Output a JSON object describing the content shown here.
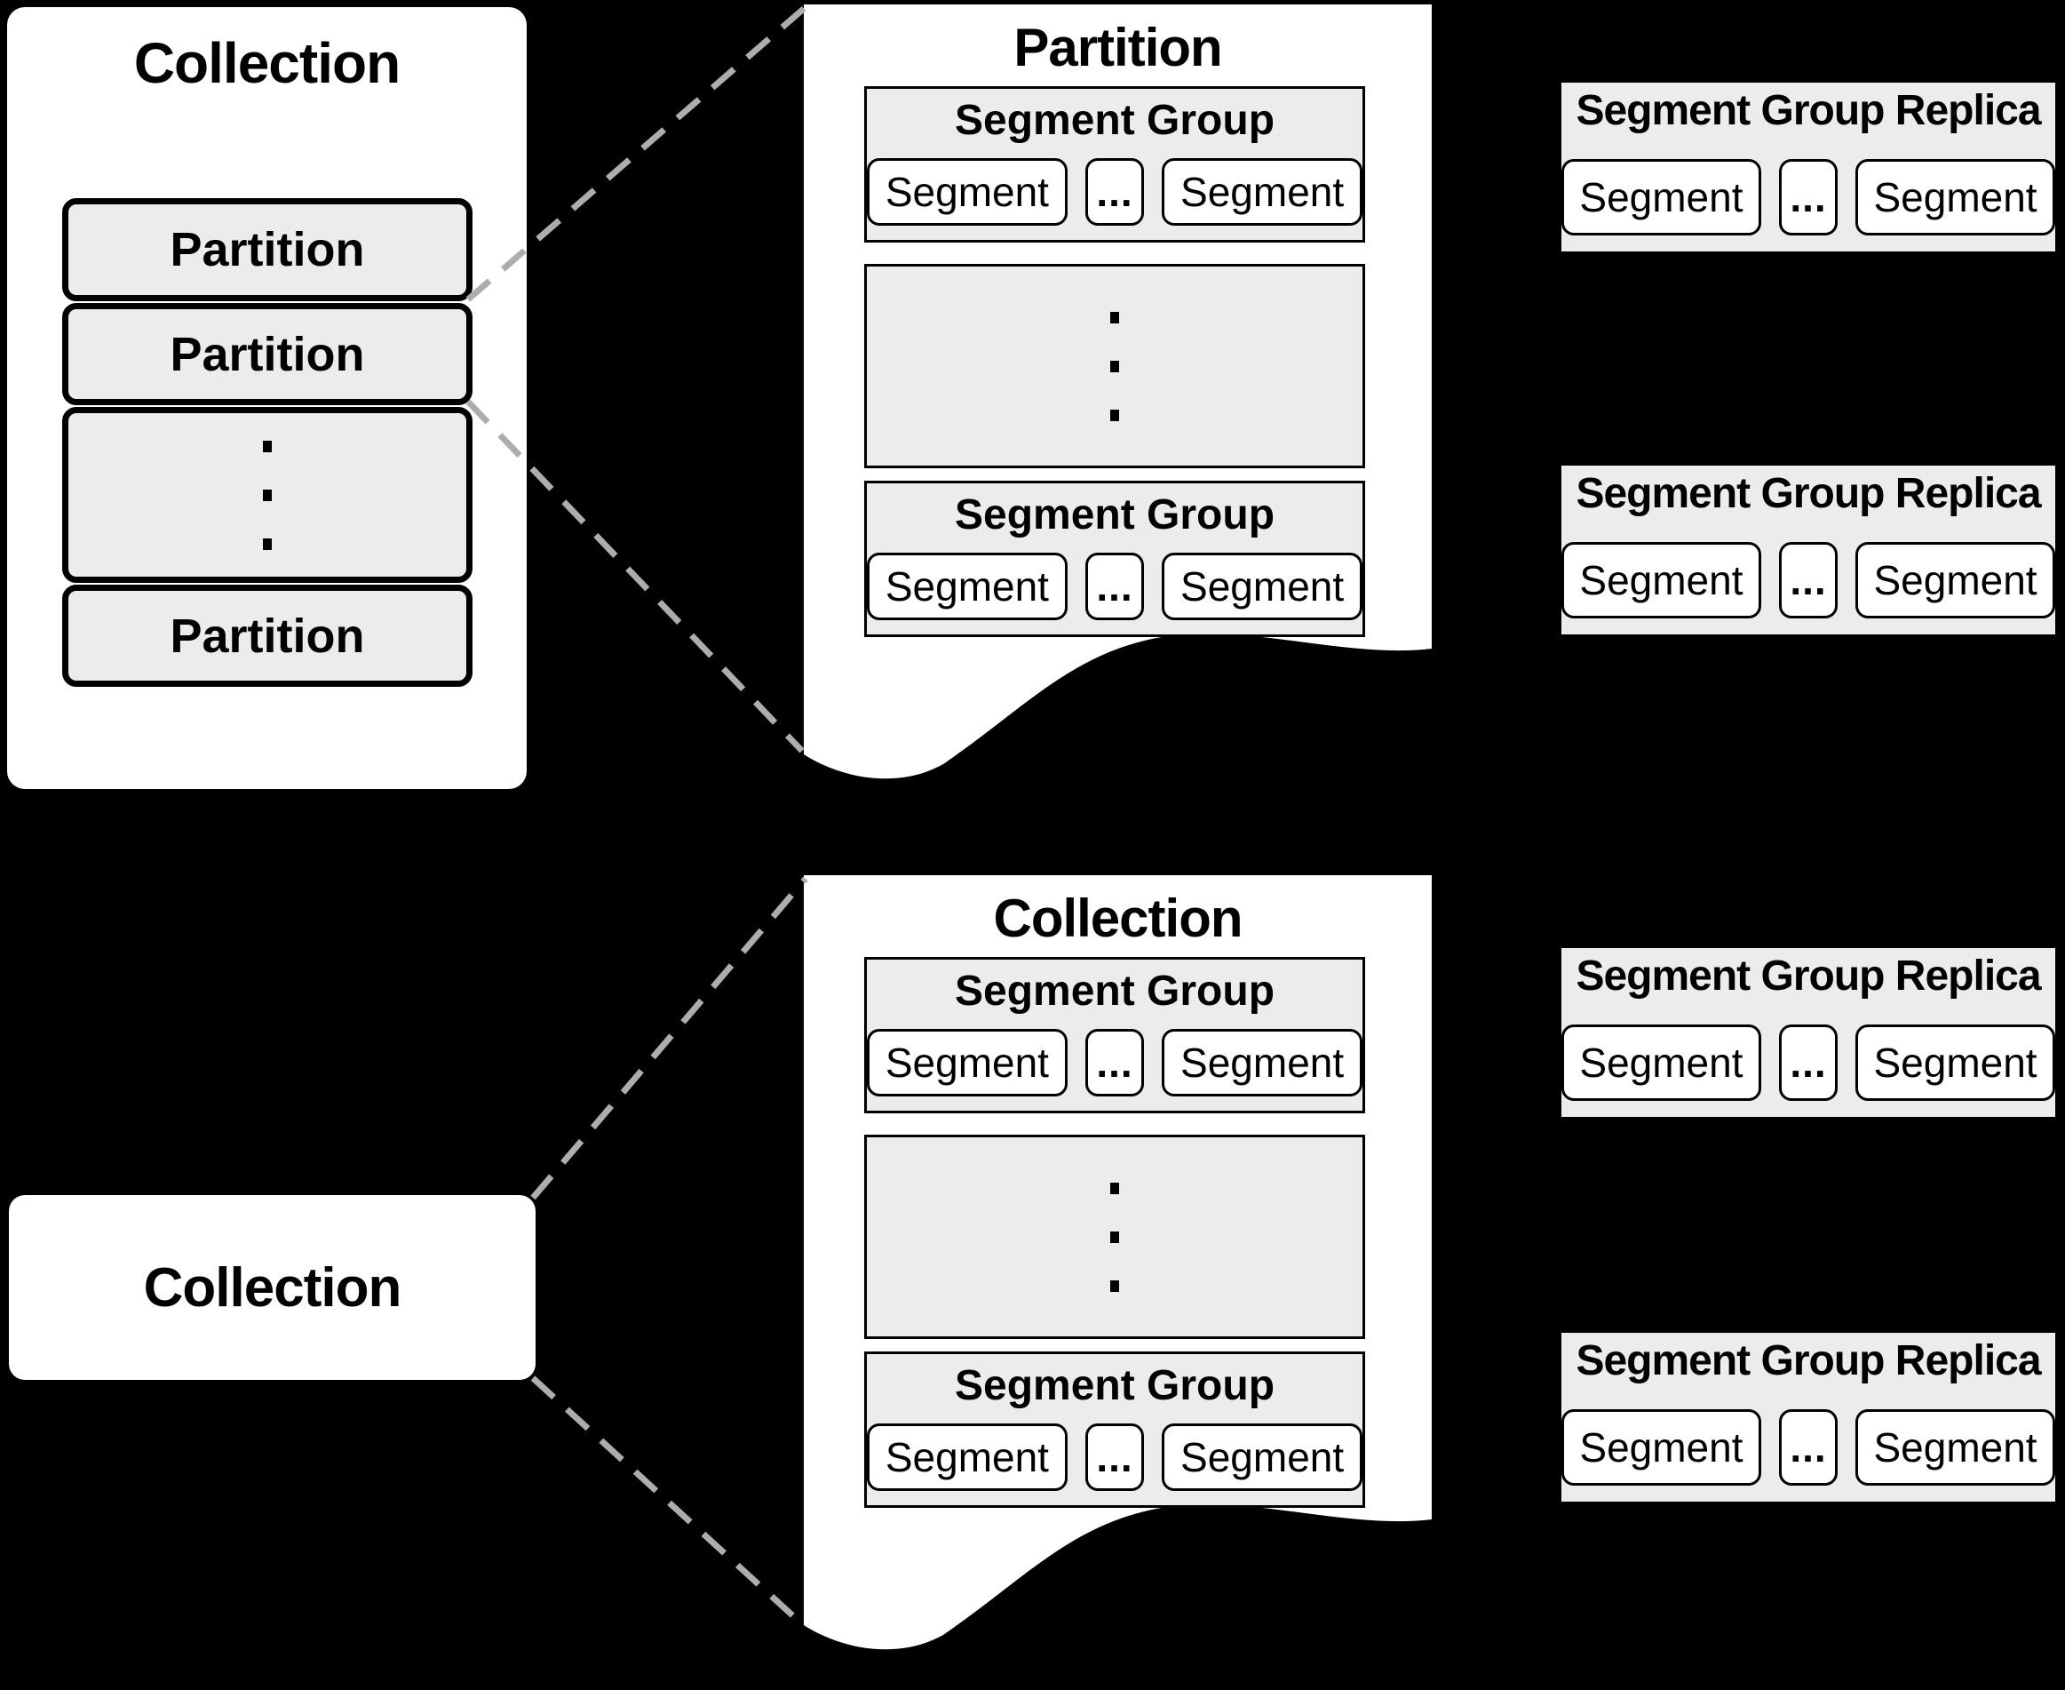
{
  "colors": {
    "background": "#000000",
    "paper": "#ffffff",
    "panel_fill": "#ececec",
    "border": "#000000",
    "dashed_line": "#adadad"
  },
  "overview_collection": {
    "title": "Collection",
    "partitions": [
      "Partition",
      "Partition",
      "Partition"
    ]
  },
  "partition_doc": {
    "title": "Partition",
    "groups": [
      {
        "title": "Segment Group",
        "segments": [
          "Segment",
          "...",
          "Segment"
        ]
      },
      {
        "title": "Segment Group",
        "segments": [
          "Segment",
          "...",
          "Segment"
        ]
      }
    ]
  },
  "collection_doc": {
    "title": "Collection",
    "groups": [
      {
        "title": "Segment Group",
        "segments": [
          "Segment",
          "...",
          "Segment"
        ]
      },
      {
        "title": "Segment Group",
        "segments": [
          "Segment",
          "...",
          "Segment"
        ]
      }
    ]
  },
  "zoomed_collection": {
    "title": "Collection"
  },
  "replicas": [
    {
      "title": "Segment Group Replica",
      "segments": [
        "Segment",
        "...",
        "Segment"
      ]
    },
    {
      "title": "Segment Group Replica",
      "segments": [
        "Segment",
        "...",
        "Segment"
      ]
    },
    {
      "title": "Segment Group Replica",
      "segments": [
        "Segment",
        "...",
        "Segment"
      ]
    },
    {
      "title": "Segment Group Replica",
      "segments": [
        "Segment",
        "...",
        "Segment"
      ]
    }
  ]
}
